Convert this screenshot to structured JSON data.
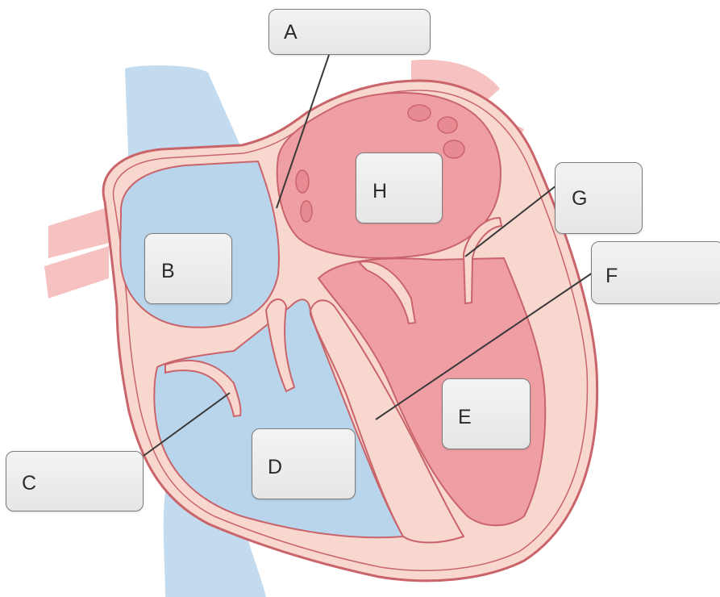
{
  "labels": {
    "a": "A",
    "b": "B",
    "c": "C",
    "d": "D",
    "e": "E",
    "f": "F",
    "g": "G",
    "h": "H"
  },
  "colors": {
    "blue_vessel": "#c3dbef",
    "blue_chamber": "#b9d5ec",
    "wall_outline": "#c9646a",
    "wall_fill": "#f8d7cf",
    "red_vessel": "#f5c2c1",
    "red_chamber": "#ef9ea4",
    "leader_line": "#3a3a3a"
  }
}
